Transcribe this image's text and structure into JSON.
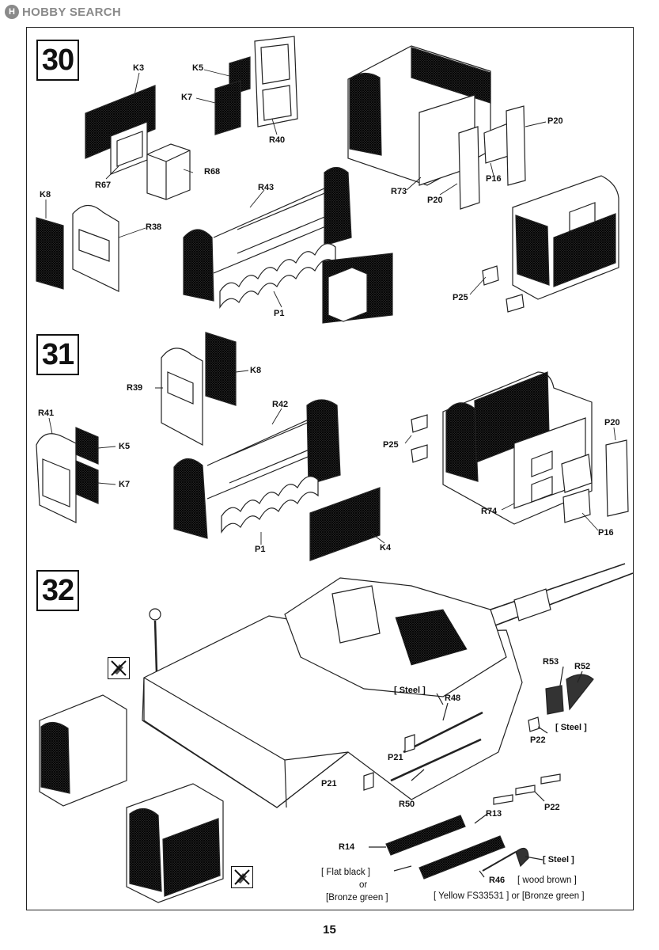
{
  "header": {
    "logo_badge": "H",
    "logo_text": "HOBBY SEARCH"
  },
  "steps": [
    {
      "number": "30",
      "labels": {
        "k3": "K3",
        "k5": "K5",
        "k7": "K7",
        "r40": "R40",
        "r67": "R67",
        "r68": "R68",
        "k8": "K8",
        "r38": "R38",
        "r43": "R43",
        "p1": "P1",
        "p20": "P20",
        "p16": "P16",
        "r73": "R73",
        "p20b": "P20",
        "p25": "P25"
      }
    },
    {
      "number": "31",
      "labels": {
        "r39": "R39",
        "k8": "K8",
        "r41": "R41",
        "k5": "K5",
        "k7": "K7",
        "r42": "R42",
        "p1": "P1",
        "k4": "K4",
        "p25": "P25",
        "p20": "P20",
        "r74": "R74",
        "p16": "P16"
      }
    },
    {
      "number": "32",
      "labels": {
        "steel1": "[ Steel ]",
        "r48": "R48",
        "r53": "R53",
        "r52": "R52",
        "steel2": "[ Steel ]",
        "p22a": "P22",
        "p21a": "P21",
        "p21b": "P21",
        "r50": "R50",
        "p22b": "P22",
        "r13": "R13",
        "r14": "R14",
        "steel3": "[ Steel ]",
        "flat1": "[ Flat black ]",
        "flat2": "or",
        "flat3": "[Bronze green ]",
        "r46": "R46",
        "wood": "[ wood brown ]",
        "yellow": "[ Yellow FS33531 ] or [Bronze green ]"
      }
    }
  ],
  "page_number": "15"
}
